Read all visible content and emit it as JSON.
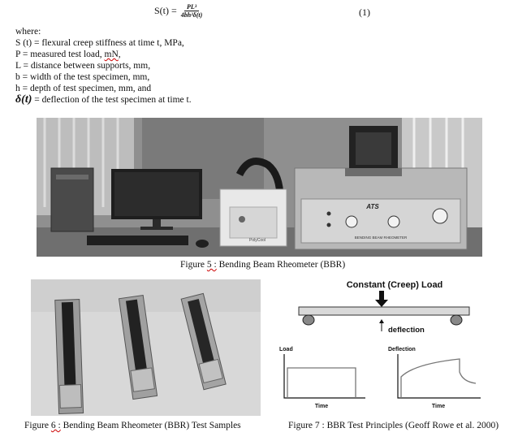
{
  "equation": {
    "lhs": "S(t) =",
    "numerator": "PL³",
    "denominator": "4bh³δ(t)",
    "number": "(1)"
  },
  "definitions": {
    "heading": "where:",
    "lines": [
      "S (t) = flexural creep stiffness at time t, MPa,",
      "P = measured test load, mN,",
      "L = distance between supports, mm,",
      "b = width of the test specimen, mm,",
      "h = depth of test specimen, mm, and"
    ],
    "delta_symbol": "δ(t)",
    "delta_text": " = deflection of the test specimen at time t."
  },
  "figure5": {
    "caption_prefix": "Figure ",
    "caption_num": "5 :",
    "caption_rest": " Bending Beam Rheometer (BBR)",
    "device_brand": "ATS",
    "device_label": "BENDING BEAM RHEOMETER",
    "bath_brand": "PolyCool"
  },
  "figure6": {
    "caption_prefix": "Figure ",
    "caption_num": "6 :",
    "caption_rest": " Bending Beam Rheometer (BBR) Test Samples"
  },
  "figure7": {
    "caption": "Figure 7 : BBR Test Principles (Geoff Rowe et al. 2000)",
    "load_title": "Constant (Creep) Load",
    "deflection_label": "deflection",
    "load_axis": "Load",
    "deflection_axis": "Deflection",
    "time_left": "Time",
    "time_right": "Time"
  }
}
